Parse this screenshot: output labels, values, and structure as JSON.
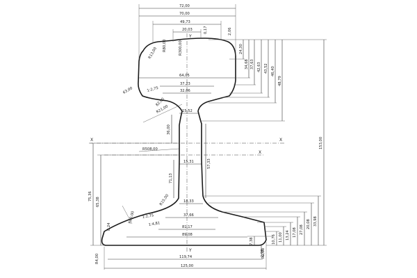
{
  "drawing": {
    "axes": {
      "x": "X",
      "y": "Y"
    },
    "dimensions": {
      "top_width_72": "72,00",
      "top_width_70": "70,00",
      "head_49_73": "49,73",
      "head_20_03": "20,03",
      "head_0_17": "0,17",
      "head_2_06": "2,06",
      "r_13": "R13,00",
      "r_80_a": "R80,00",
      "r_300": "R300,00",
      "head_64_05": "64,05",
      "head_37_23": "37,23",
      "head_32_06": "32,06",
      "r_63": "63,00",
      "slope_1_275_head": "1:2,75",
      "r_82_a": "82,00",
      "r_82_b": "R21,00",
      "web_15_52": "15,52",
      "web_36": "36,00",
      "r_508": "R508,00",
      "web_15_31": "15,31",
      "web_71_13": "71,13",
      "web_57_33": "57,33",
      "web_18_33": "18,33",
      "r_15": "R15,00",
      "foot_37_66": "37,66",
      "slope_1_275_foot": "1:2,75",
      "slope_1_4": "1:4,81",
      "foot_81_17": "81,17",
      "foot_89_08": "89,08",
      "foot_119_74": "119,74",
      "foot_125": "125,00",
      "r_4": "R4,00",
      "r_2": "R2,00",
      "h_75_36": "75,36",
      "h_65_38": "65,38",
      "h_8_24": "8,24",
      "h_24_30": "24,30",
      "h_34_68": "34,68",
      "h_37_63": "37,63",
      "h_42_63": "42,63",
      "h_43_52": "43,52",
      "h_46_40": "46,40",
      "h_48_79": "48,79",
      "h_153": "153,00",
      "h_20_08": "20,08",
      "h_33_98": "33,98",
      "h_27_08": "27,08",
      "h_17_08": "17,08",
      "h_13_24": "13,24",
      "h_11_00": "11,00",
      "h_10_76": "10,76",
      "h_7_38": "7,38",
      "h_2_98": "2,98"
    }
  }
}
